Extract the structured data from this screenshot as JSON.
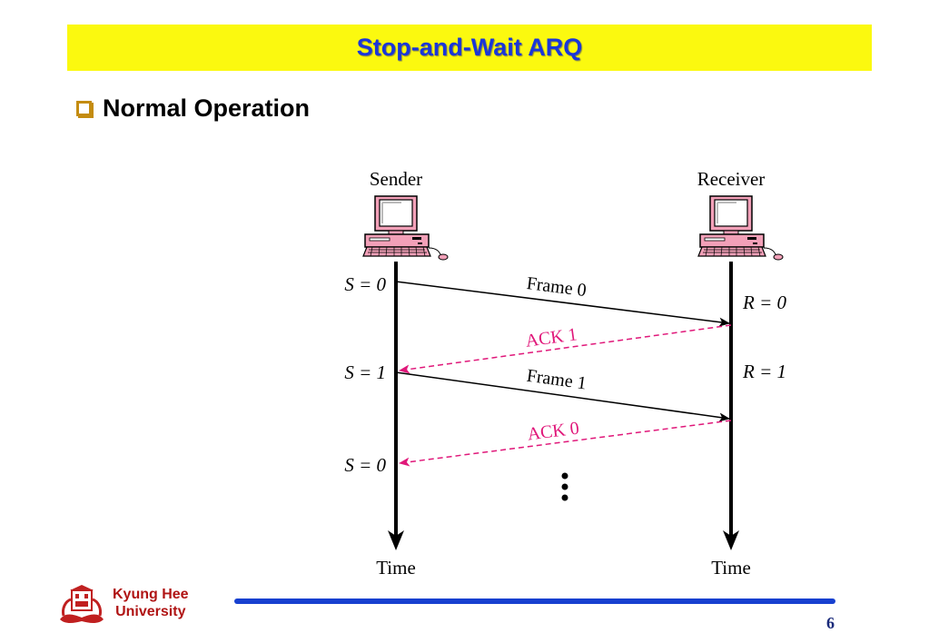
{
  "slide": {
    "title": "Stop-and-Wait ARQ",
    "bullet": "Normal Operation",
    "page_number": "6"
  },
  "footer": {
    "university_line1": "Kyung Hee",
    "university_line2": "University"
  },
  "diagram": {
    "sender_label": "Sender",
    "receiver_label": "Receiver",
    "time_label_left": "Time",
    "time_label_right": "Time",
    "sender_states": [
      "S = 0",
      "S = 1",
      "S = 0"
    ],
    "receiver_states": [
      "R = 0",
      "R = 1"
    ],
    "frames": [
      "Frame 0",
      "Frame 1"
    ],
    "acks": [
      "ACK 1",
      "ACK 0"
    ],
    "colors": {
      "frame": "#000000",
      "ack": "#e0187a",
      "computer": "#f2a0b8"
    }
  }
}
